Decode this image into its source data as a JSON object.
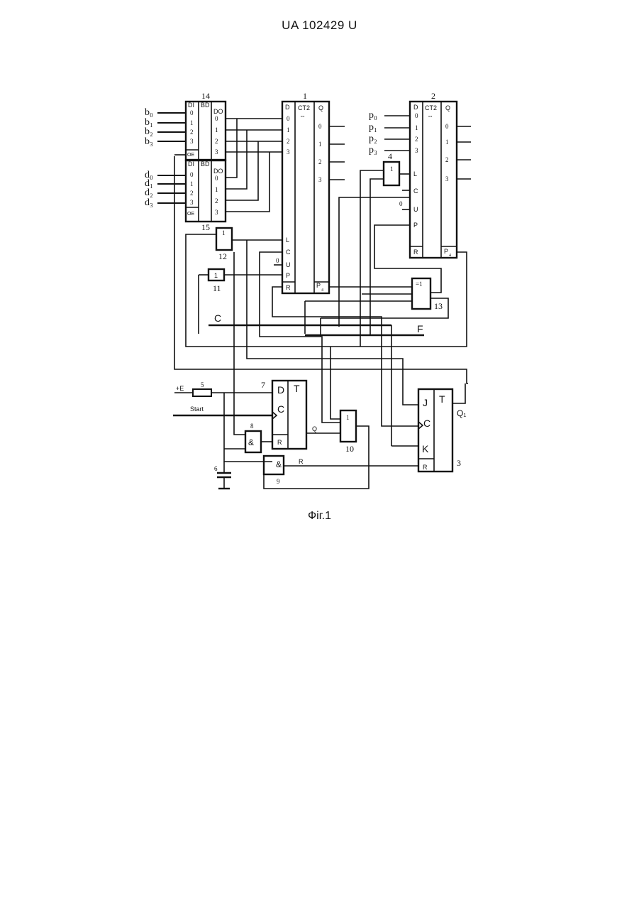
{
  "header": {
    "doc_id": "UA   102429   U"
  },
  "caption": "Фіг.1",
  "inputs": {
    "b": [
      "b₀",
      "b₁",
      "b₂",
      "b₃"
    ],
    "d": [
      "d₀",
      "d₁",
      "d₂",
      "d₃"
    ],
    "p": [
      "p₀",
      "p₁",
      "p₂",
      "p₃"
    ]
  },
  "blocks": {
    "b1": {
      "num": "1",
      "type": "CT2",
      "in": "D",
      "out": "Q",
      "pins_in": [
        "0",
        "1",
        "2",
        "3"
      ],
      "pins_out": [
        "0",
        "1",
        "2",
        "3"
      ],
      "ctrl": [
        "L",
        "C",
        "U",
        "P",
        "R"
      ],
      "carry": "P",
      "carry_sub": "4",
      "u_val": "0"
    },
    "b2": {
      "num": "2",
      "type": "CT2",
      "in": "D",
      "out": "Q",
      "pins_in": [
        "0",
        "1",
        "2",
        "3"
      ],
      "pins_out": [
        "0",
        "1",
        "2",
        "3"
      ],
      "ctrl": [
        "L",
        "C",
        "U",
        "P",
        "R"
      ],
      "carry": "P",
      "carry_sub": "4",
      "u_val": "0"
    },
    "b3": {
      "num": "3",
      "type": "T",
      "pins": [
        "J",
        "C",
        "K",
        "R"
      ],
      "out": "Q₁"
    },
    "b4": {
      "num": "4",
      "sym": "1"
    },
    "b5": {
      "num": "5",
      "supply": "+E"
    },
    "b6": {
      "num": "6"
    },
    "b7": {
      "num": "7",
      "type": "T",
      "pins": [
        "D",
        "C",
        "R"
      ],
      "out": "Q",
      "start": "Start"
    },
    "b8": {
      "num": "8",
      "sym": "&"
    },
    "b9": {
      "num": "9",
      "sym": "&",
      "out": "R"
    },
    "b10": {
      "num": "10",
      "sym": "1"
    },
    "b11": {
      "num": "11",
      "sym": "1"
    },
    "b12": {
      "num": "12",
      "sym": "1"
    },
    "b13": {
      "num": "13",
      "sym": "=1"
    },
    "b14": {
      "num": "14",
      "di": "DI",
      "bd": "BD",
      "do": "DO",
      "pins": [
        "0",
        "1",
        "2",
        "3"
      ],
      "oe": "OE"
    },
    "b15": {
      "num": "15",
      "di": "DI",
      "bd": "BD",
      "do": "DO",
      "pins": [
        "0",
        "1",
        "2",
        "3"
      ],
      "oe": "OE"
    }
  },
  "buses": {
    "c": "C",
    "f": "F"
  }
}
